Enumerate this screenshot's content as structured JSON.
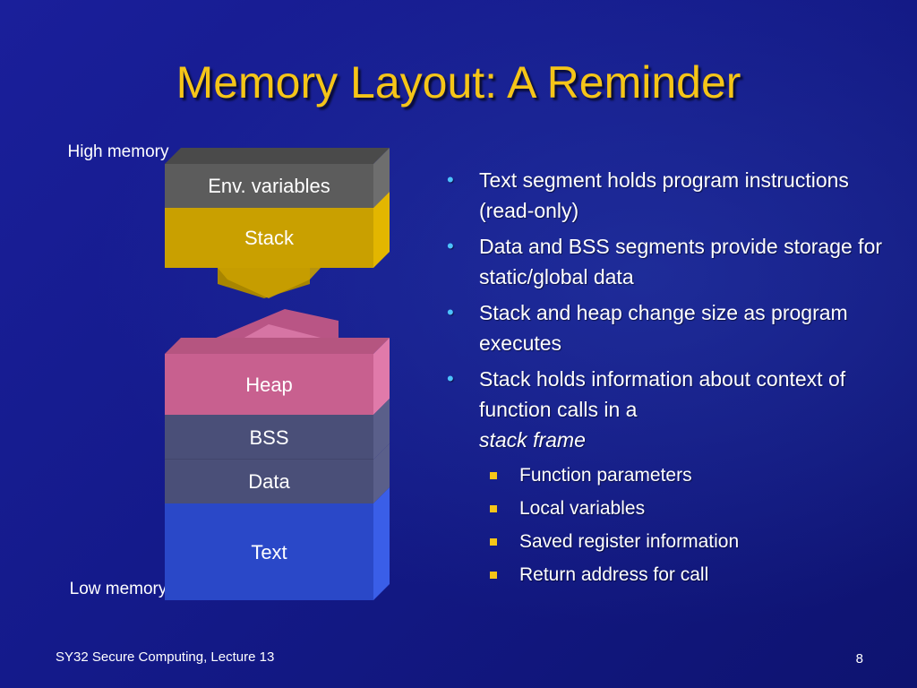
{
  "slide": {
    "title": "Memory Layout: A Reminder",
    "labels": {
      "high": "High memory",
      "low": "Low memory"
    },
    "segments": [
      {
        "name": "env",
        "label": "Env. variables"
      },
      {
        "name": "stack",
        "label": "Stack"
      },
      {
        "name": "heap",
        "label": "Heap"
      },
      {
        "name": "bss",
        "label": "BSS"
      },
      {
        "name": "data",
        "label": "Data"
      },
      {
        "name": "text",
        "label": "Text"
      }
    ],
    "bullets": {
      "b1": "Text segment holds program instructions (read-only)",
      "b2": "Data and BSS segments provide storage for static/global data",
      "b3": "Stack and heap change size as program executes",
      "b4_prefix": "Stack holds information about context of function calls in a",
      "b4_emph": "stack frame",
      "sub": [
        "Function parameters",
        "Local variables",
        "Saved register information",
        "Return address for call"
      ]
    },
    "footer": {
      "course": "SY32 Secure Computing, Lecture 13",
      "page": "8"
    },
    "colors": {
      "env": "#5c5c5c",
      "stack": "#c9a000",
      "heap": "#c8608f",
      "bss": "#4a4f78",
      "data": "#4a4f78",
      "text": "#2a48c8",
      "title": "#f5c518",
      "bullet": "#4dc2ff"
    }
  }
}
